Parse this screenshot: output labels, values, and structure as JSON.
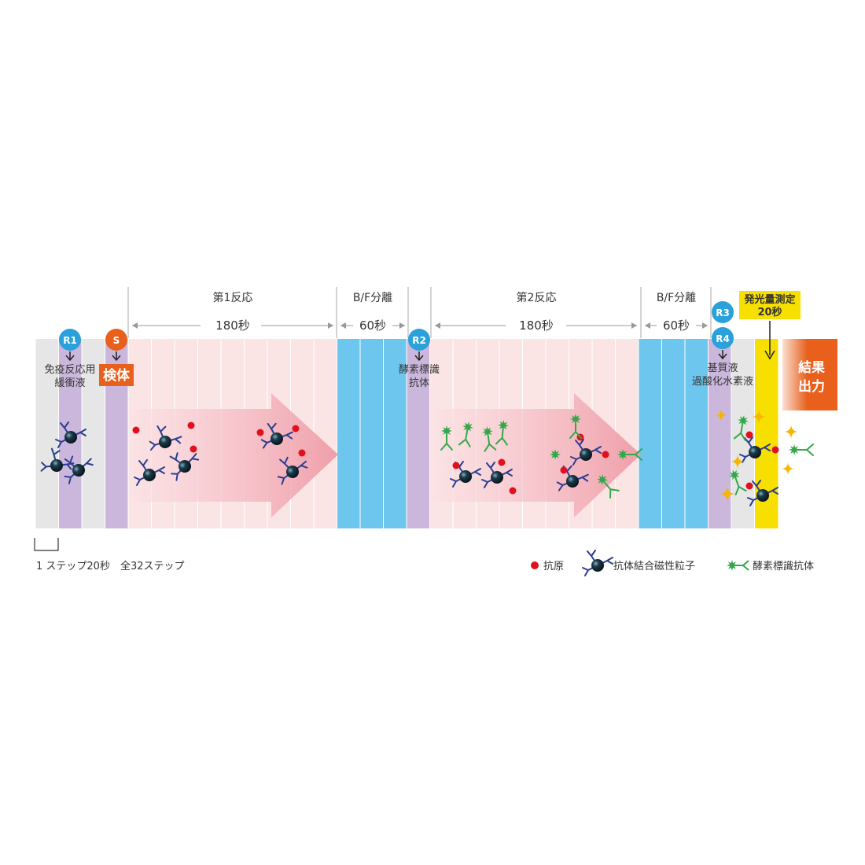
{
  "phases": {
    "reaction1": "第1反応",
    "bf1": "B/F分離",
    "reaction2": "第2反応",
    "bf2": "B/F分離",
    "measure_line1": "発光量測定",
    "measure_line2": "20秒"
  },
  "durations": {
    "reaction1": "180秒",
    "bf1": "60秒",
    "reaction2": "180秒",
    "bf2": "60秒"
  },
  "reagents": {
    "r1": "R1",
    "s": "S",
    "r2": "R2",
    "r3": "R3",
    "r4": "R4"
  },
  "labels": {
    "r1_line1": "免疫反応用",
    "r1_line2": "緩衝液",
    "sample": "検体",
    "r2_line1": "酵素標識",
    "r2_line2": "抗体",
    "r34_line1": "基質液",
    "r34_line2": "過酸化水素液",
    "result_line1": "結果",
    "result_line2": "出力"
  },
  "footer": {
    "step_note": "1 ステップ20秒　全32ステップ"
  },
  "legend": {
    "antigen": "抗原",
    "particle": "抗体結合磁性粒子",
    "enzyme_antibody": "酵素標識抗体"
  },
  "colors": {
    "band_gray": "#e6e6e6",
    "band_purple": "#cbb7dc",
    "band_blue": "#6cc6ee",
    "band_pink": "#fbe4e4",
    "arrow_pink": "#f1a7b0",
    "circle_blue": "#2aa1da",
    "circle_orange": "#e8601c",
    "measure_yellow": "#f7e000",
    "result_orange": "#e8601c",
    "antigen_red": "#e0101e",
    "antibody_navy": "#2b3d8f",
    "enzyme_green": "#33a84a",
    "star_gold": "#f7b500"
  }
}
